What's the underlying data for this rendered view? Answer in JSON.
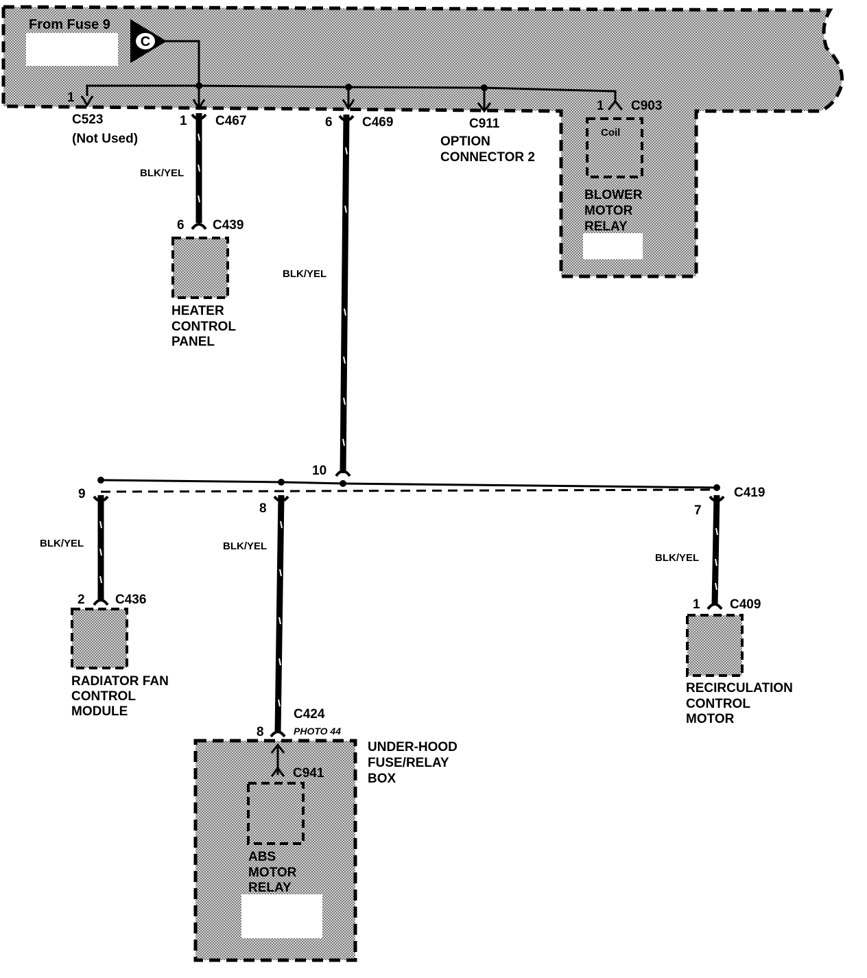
{
  "colors": {
    "ink": "#000000",
    "shade": "#c8c8c8",
    "paper": "#ffffff"
  },
  "source": {
    "label": "From Fuse 9",
    "connector_letter": "C"
  },
  "top_connectors": {
    "c523": {
      "pin": "1",
      "id": "C523",
      "note": "(Not Used)"
    },
    "c467": {
      "pin": "1",
      "id": "C467"
    },
    "c469": {
      "pin": "6",
      "id": "C469"
    },
    "c911": {
      "id": "C911",
      "line1": "OPTION",
      "line2": "CONNECTOR 2"
    },
    "c903": {
      "pin": "1",
      "id": "C903",
      "coil": "Coil"
    }
  },
  "blower_relay": {
    "line1": "BLOWER",
    "line2": "MOTOR",
    "line3": "RELAY"
  },
  "heater_panel": {
    "pin": "6",
    "id": "C439",
    "line1": "HEATER",
    "line2": "CONTROL",
    "line3": "PANEL"
  },
  "wire_color": "BLK/YEL",
  "splice": {
    "pin_in": "10",
    "pin_left": "9",
    "pin_mid": "8",
    "pin_right": "7",
    "id": "C419"
  },
  "radiator": {
    "pin": "2",
    "id": "C436",
    "line1": "RADIATOR FAN",
    "line2": "CONTROL",
    "line3": "MODULE"
  },
  "recirc": {
    "pin": "1",
    "id": "C409",
    "line1": "RECIRCULATION",
    "line2": "CONTROL",
    "line3": "MOTOR"
  },
  "underhood": {
    "pin": "8",
    "id": "C424",
    "photo": "PHOTO 44",
    "line1": "UNDER-HOOD",
    "line2": "FUSE/RELAY",
    "line3": "BOX"
  },
  "abs_relay": {
    "id": "C941",
    "line1": "ABS",
    "line2": "MOTOR",
    "line3": "RELAY"
  }
}
